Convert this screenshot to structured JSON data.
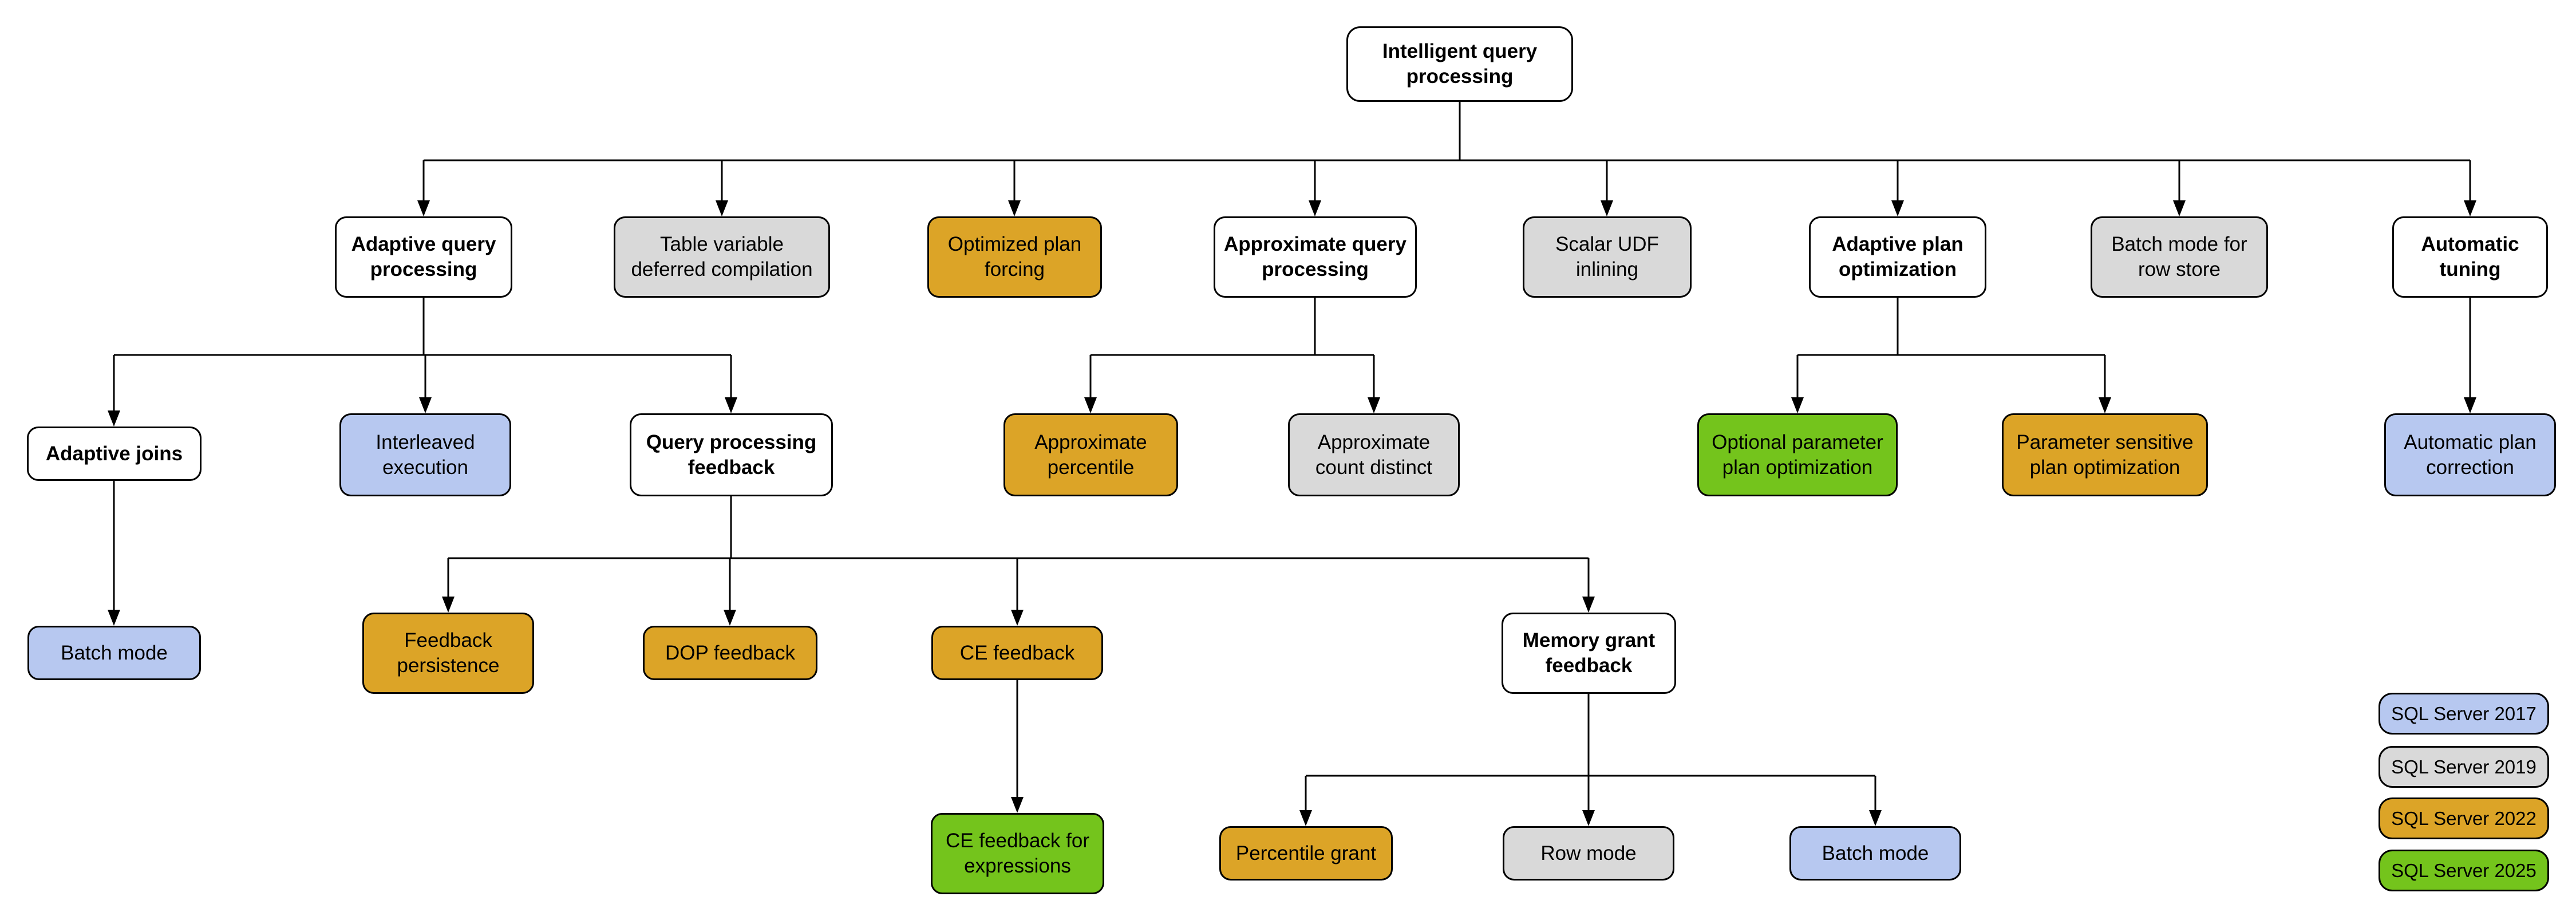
{
  "diagram_title": "Intelligent query processing",
  "palette": {
    "white": "#ffffff",
    "blue": "#b7c8f0",
    "gray": "#d9d9d9",
    "orange": "#dca427",
    "green": "#74c41c"
  },
  "legend": {
    "items": [
      {
        "label": "SQL Server 2017",
        "color": "blue"
      },
      {
        "label": "SQL Server 2019",
        "color": "gray"
      },
      {
        "label": "SQL Server 2022",
        "color": "orange"
      },
      {
        "label": "SQL Server 2025",
        "color": "green"
      }
    ]
  },
  "nodes": {
    "root": {
      "label": "Intelligent query processing",
      "color": "white"
    },
    "adaptive_query_processing": {
      "label": "Adaptive query processing",
      "color": "white"
    },
    "table_variable_deferred_compilation": {
      "label": "Table variable deferred compilation",
      "color": "gray"
    },
    "optimized_plan_forcing": {
      "label": "Optimized plan forcing",
      "color": "orange"
    },
    "approximate_query_processing": {
      "label": "Approximate query processing",
      "color": "white"
    },
    "scalar_udf_inlining": {
      "label": "Scalar UDF inlining",
      "color": "gray"
    },
    "adaptive_plan_optimization": {
      "label": "Adaptive plan optimization",
      "color": "white"
    },
    "batch_mode_for_row_store": {
      "label": "Batch mode for row store",
      "color": "gray"
    },
    "automatic_tuning": {
      "label": "Automatic tuning",
      "color": "white"
    },
    "adaptive_joins": {
      "label": "Adaptive joins",
      "color": "white"
    },
    "interleaved_execution": {
      "label": "Interleaved execution",
      "color": "blue"
    },
    "query_processing_feedback": {
      "label": "Query processing feedback",
      "color": "white"
    },
    "approximate_percentile": {
      "label": "Approximate percentile",
      "color": "orange"
    },
    "approximate_count_distinct": {
      "label": "Approximate count distinct",
      "color": "gray"
    },
    "optional_parameter_plan_optimization": {
      "label": "Optional parameter plan optimization",
      "color": "green"
    },
    "parameter_sensitive_plan_optimization": {
      "label": "Parameter sensitive plan optimization",
      "color": "orange"
    },
    "automatic_plan_correction": {
      "label": "Automatic plan correction",
      "color": "blue"
    },
    "batch_mode_adaptive": {
      "label": "Batch mode",
      "color": "blue"
    },
    "feedback_persistence": {
      "label": "Feedback persistence",
      "color": "orange"
    },
    "dop_feedback": {
      "label": "DOP feedback",
      "color": "orange"
    },
    "ce_feedback": {
      "label": "CE feedback",
      "color": "orange"
    },
    "memory_grant_feedback": {
      "label": "Memory grant feedback",
      "color": "white"
    },
    "ce_feedback_for_expressions": {
      "label": "CE feedback for expressions",
      "color": "green"
    },
    "percentile_grant": {
      "label": "Percentile grant",
      "color": "orange"
    },
    "row_mode": {
      "label": "Row mode",
      "color": "gray"
    },
    "batch_mode_grant": {
      "label": "Batch mode",
      "color": "blue"
    }
  },
  "edges": [
    {
      "from": "root",
      "to": [
        "adaptive_query_processing",
        "table_variable_deferred_compilation",
        "optimized_plan_forcing",
        "approximate_query_processing",
        "scalar_udf_inlining",
        "adaptive_plan_optimization",
        "batch_mode_for_row_store",
        "automatic_tuning"
      ]
    },
    {
      "from": "adaptive_query_processing",
      "to": [
        "adaptive_joins",
        "interleaved_execution",
        "query_processing_feedback"
      ]
    },
    {
      "from": "approximate_query_processing",
      "to": [
        "approximate_percentile",
        "approximate_count_distinct"
      ]
    },
    {
      "from": "adaptive_plan_optimization",
      "to": [
        "optional_parameter_plan_optimization",
        "parameter_sensitive_plan_optimization"
      ]
    },
    {
      "from": "automatic_tuning",
      "to": [
        "automatic_plan_correction"
      ]
    },
    {
      "from": "adaptive_joins",
      "to": [
        "batch_mode_adaptive"
      ]
    },
    {
      "from": "query_processing_feedback",
      "to": [
        "feedback_persistence",
        "dop_feedback",
        "ce_feedback",
        "memory_grant_feedback"
      ]
    },
    {
      "from": "ce_feedback",
      "to": [
        "ce_feedback_for_expressions"
      ]
    },
    {
      "from": "memory_grant_feedback",
      "to": [
        "percentile_grant",
        "row_mode",
        "batch_mode_grant"
      ]
    }
  ]
}
